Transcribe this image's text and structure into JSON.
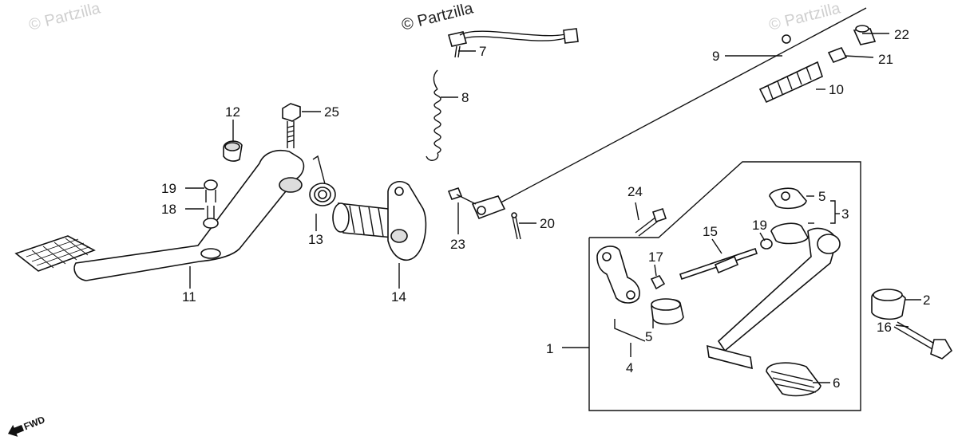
{
  "watermarks": {
    "left": "© Partzilla",
    "center": "© Partzilla",
    "right": "© Partzilla"
  },
  "direction": "FWD",
  "callouts": [
    "1",
    "2",
    "3",
    "4",
    "5",
    "5",
    "6",
    "7",
    "8",
    "9",
    "10",
    "11",
    "12",
    "13",
    "14",
    "15",
    "16",
    "17",
    "18",
    "19",
    "19",
    "20",
    "21",
    "22",
    "23",
    "24",
    "25"
  ]
}
